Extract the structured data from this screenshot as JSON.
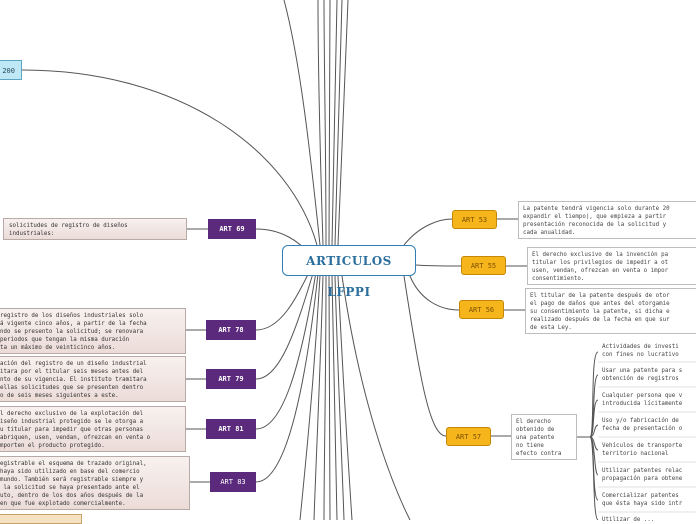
{
  "central": "ARTICULOS LFPPI",
  "left_tag": "200",
  "left": [
    {
      "art": "ART 69",
      "text": "solicitudes de registro de diseños\nindustriales:"
    },
    {
      "art": "ART 78",
      "text": "registro de los diseños industriales solo\ná vigente cinco años, a partir de la fecha\nndo se presento la solicitud; se renovara\nperiodos que tengan la misma duración\nta un máximo de veinticinco años."
    },
    {
      "art": "ART 79",
      "text": "ación del registro de un diseño industrial\nitara por el titular seis meses antes del\nnto de su vigencia. El instituto tramitara\nellas solicitudes que se presenten dentro\no de seis meses siguientes a este."
    },
    {
      "art": "ART 81",
      "text": "l derecho exclusivo de la explotación del\niseño industrial protegido se le otorga a\nu titular para impedir que otras personas\nabriquen, usen, vendan, ofrezcan en venta o\nmporten el producto protegido."
    },
    {
      "art": "ART 83",
      "text": "egistrable el esquema de trazado original,\nhaya sido utilizado en base del comercio\nmundo. También será registrable siempre y\n la solicitud se haya presentado ante el\nuto, dentro de los dos años después de la\nen que fue explotado comercialmente."
    }
  ],
  "right": [
    {
      "art": "ART 53",
      "text": "La patente tendrá vigencia solo durante 20\nexpandir el tiempo), que empieza a partir\npresentación reconocida de la solicitud y\ncada anualidad."
    },
    {
      "art": "ART 55",
      "text": "El derecho exclusivo de la invención pa\ntitular los privilegios de impedir a ot\nusen, vendan, ofrezcan en venta o impor\nconsentimiento."
    },
    {
      "art": "ART 56",
      "text": "El titular de la patente después de otor\nel pago de daños que antes del otorgamie\nsu consentimiento la patente, si dicha e\nrealizado después de la fecha en que sur\nde esta Ley."
    },
    {
      "art": "ART 57",
      "text": "El derecho\nobtenido de\nuna patente\nno tiene\nefecto contra"
    }
  ],
  "art57_items": [
    "Actividades de investi\ncon fines no lucrativo",
    "Usar una patente para s\nobtención de registros",
    "Cualquier persona que v\nintroducida lícitamente",
    "Uso y/o fabricación de\nfecha de presentación o",
    "Vehículos de transporte\nterritorio nacional",
    "Utilizar patentes relac\npropagación para obtene",
    "Comercializar patentes\nque ésta haya sido intr",
    "Utilizar de ..."
  ],
  "colors": {
    "purple": "#5b2a7d",
    "orange": "#f7b51c",
    "blue": "#2f7fb5",
    "line": "#4a4a4a"
  }
}
